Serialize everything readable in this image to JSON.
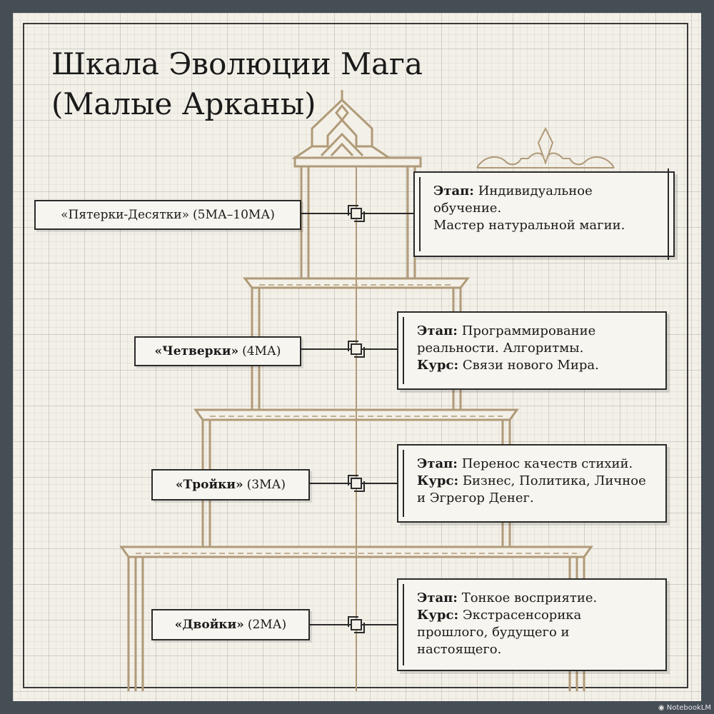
{
  "title_lines": [
    "Шкала Эволюции Мага",
    "(Малые Арканы)"
  ],
  "levels": [
    {
      "name": "«Пятерки-Десятки»",
      "code": "(5МА–10МА)",
      "name_bold": false,
      "lines": [
        {
          "key": "Этап:",
          "text": "Индивидуальное"
        },
        {
          "key": "",
          "text": "обучение."
        },
        {
          "key": "",
          "text": "Мастер натуральной магии."
        }
      ]
    },
    {
      "name": "«Четверки»",
      "code": "(4МА)",
      "name_bold": true,
      "lines": [
        {
          "key": "Этап:",
          "text": "Программирование"
        },
        {
          "key": "",
          "text": "реальности. Алгоритмы."
        },
        {
          "key": "Курс:",
          "text": "Связи нового Мира."
        }
      ]
    },
    {
      "name": "«Тройки»",
      "code": "(3МА)",
      "name_bold": true,
      "lines": [
        {
          "key": "Этап:",
          "text": "Перенос качеств стихий."
        },
        {
          "key": "Курс:",
          "text": "Бизнес, Политика, Личное"
        },
        {
          "key": "",
          "text": "и Эгрегор Денег."
        }
      ]
    },
    {
      "name": "«Двойки»",
      "code": "(2МА)",
      "name_bold": true,
      "lines": [
        {
          "key": "Этап:",
          "text": "Тонкое восприятие."
        },
        {
          "key": "Курс:",
          "text": "Экстрасенсорика"
        },
        {
          "key": "",
          "text": "прошлого, будущего и"
        },
        {
          "key": "",
          "text": "настоящего."
        }
      ]
    }
  ],
  "brand": "NotebookLM",
  "colors": {
    "frame": "#454d55",
    "paper": "#f3f0e8",
    "tower_line": "#b09a78",
    "ink": "#1a1a1a"
  }
}
